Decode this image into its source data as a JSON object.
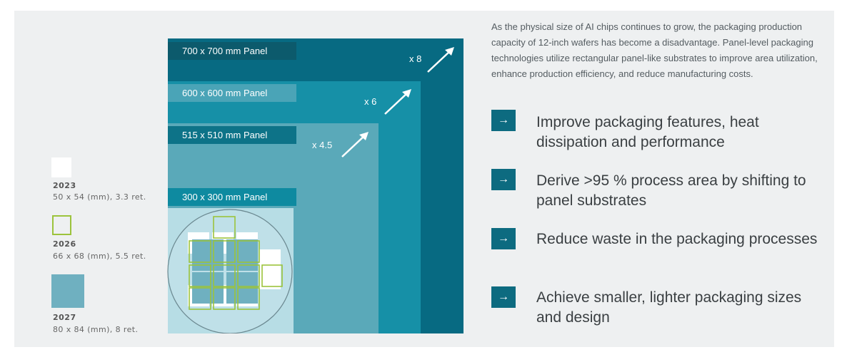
{
  "legend": [
    {
      "year": "2023",
      "desc": "50 x 54 (mm), 3.3 ret.",
      "color": "#ffffff"
    },
    {
      "year": "2026",
      "desc": "66 x 68 (mm), 5.5 ret.",
      "color": "#9cc33c"
    },
    {
      "year": "2027",
      "desc": "80 x 84 (mm), 8 ret.",
      "color": "#6fb0c0"
    }
  ],
  "panels": [
    {
      "label": "700 x 700 mm Panel",
      "multiplier": "x 8"
    },
    {
      "label": "600 x 600 mm Panel",
      "multiplier": "x 6"
    },
    {
      "label": "515 x 510 mm Panel",
      "multiplier": "x 4.5"
    },
    {
      "label": "300 x 300 mm Panel",
      "multiplier": ""
    }
  ],
  "intro": "As the physical size of AI chips continues to grow, the packaging production capacity of 12-inch wafers has become a disadvantage. Panel-level packaging technologies utilize rectangular panel-like substrates to improve area utilization, enhance production efficiency, and reduce manufacturing costs.",
  "bullets": [
    {
      "icon": "→",
      "text": "Improve packaging features, heat dissipation and performance"
    },
    {
      "icon": "→",
      "text": "Derive >95 % process area by shifting to panel substrates"
    },
    {
      "icon": "→",
      "text": "Reduce waste in the packaging processes"
    },
    {
      "icon": "→",
      "text": "Achieve smaller, lighter packaging sizes and design"
    }
  ],
  "colors": {
    "panel_700": "#076a82",
    "panel_700_label": "#0c5a6c",
    "panel_600": "#1690a7",
    "panel_600_label": "#4aa4b7",
    "panel_515": "#5aa9b9",
    "panel_515_label": "#0d7388",
    "panel_300": "#b7dde5",
    "panel_300_label": "#0e8aa0",
    "accent": "#0d6b80"
  }
}
